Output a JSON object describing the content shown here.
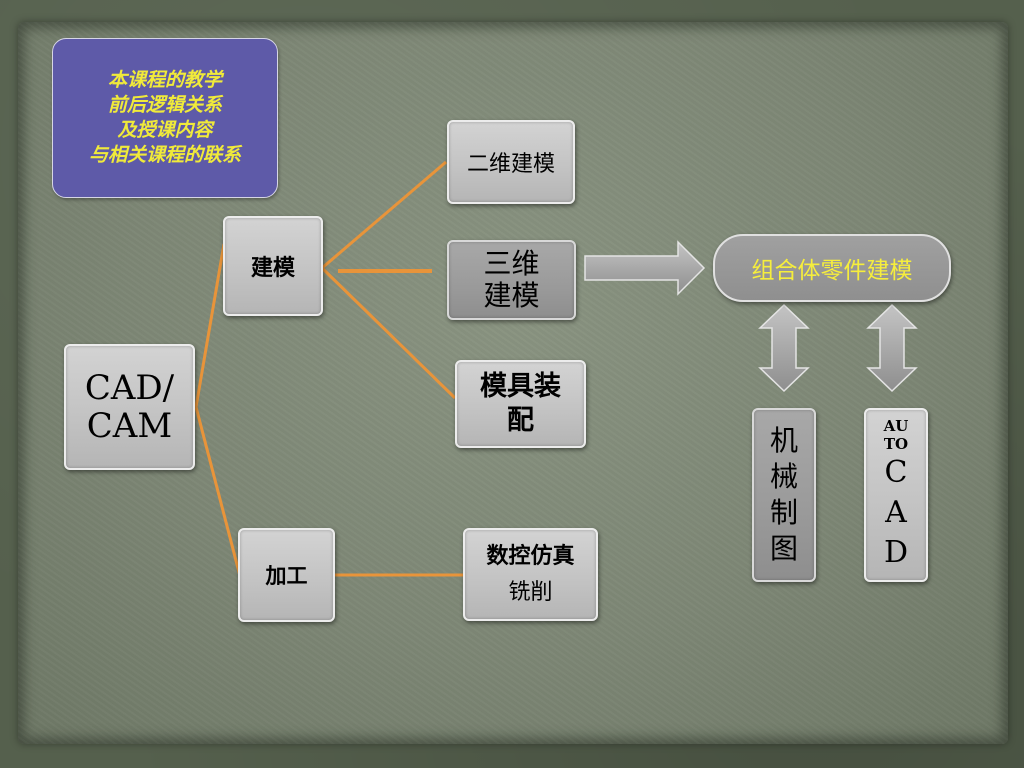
{
  "note": {
    "lines": [
      "本课程的教学",
      "前后逻辑关系",
      "及授课内容",
      "与相关课程的联系"
    ]
  },
  "nodes": {
    "cad_cam": "CAD/\nCAM",
    "cad_line1": "CAD/",
    "cad_line2": "CAM",
    "modeling": "建模",
    "machining": "加工",
    "model_2d": "二维建模",
    "model_3d_line1": "三维",
    "model_3d_line2": "建模",
    "mold_line1": "模具装",
    "mold_line2": "配",
    "nc_line1": "数控仿真",
    "nc_line2": "铣削",
    "assembly_part_modeling": "组合体零件建模",
    "mech_drawing_chars": [
      "机",
      "械",
      "制",
      "图"
    ],
    "autocad_small": [
      "AU",
      "TO"
    ],
    "autocad_large": [
      "C",
      "A",
      "D"
    ]
  },
  "colors": {
    "connector": "#e8943a",
    "note_bg": "#5e5aa8",
    "note_text": "#f0ea3a",
    "highlight_text": "#f6ee3c",
    "box_fill": "#c6c6c6",
    "arrow_fill": "#a6a6a6"
  }
}
